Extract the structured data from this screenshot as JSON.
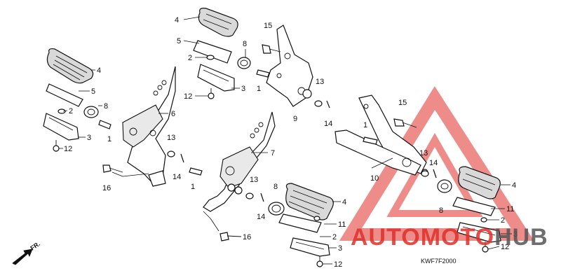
{
  "diagram": {
    "code": "KWF7F2000",
    "direction_label": "FR.",
    "watermark": {
      "text_part1": "AUTOMOTO",
      "text_part2": "HUB",
      "color_primary": "#e0302a",
      "color_secondary": "#555555"
    },
    "callouts": {
      "c1": "4",
      "c2": "5",
      "c3": "2",
      "c4": "8",
      "c5": "3",
      "c6": "12",
      "c7": "15",
      "c8": "1",
      "c9": "13",
      "c10": "14",
      "c11": "9",
      "c12": "4",
      "c13": "5",
      "c14": "2",
      "c15": "8",
      "c16": "3",
      "c17": "12",
      "c18": "6",
      "c19": "1",
      "c20": "13",
      "c21": "14",
      "c22": "16",
      "c23": "1",
      "c24": "7",
      "c25": "13",
      "c26": "14",
      "c27": "8",
      "c28": "4",
      "c29": "11",
      "c30": "2",
      "c31": "3",
      "c32": "16",
      "c33": "12",
      "c34": "15",
      "c35": "1",
      "c36": "10",
      "c37": "13",
      "c38": "14",
      "c39": "8",
      "c40": "4",
      "c41": "11",
      "c42": "2",
      "c43": "3",
      "c44": "12"
    }
  }
}
